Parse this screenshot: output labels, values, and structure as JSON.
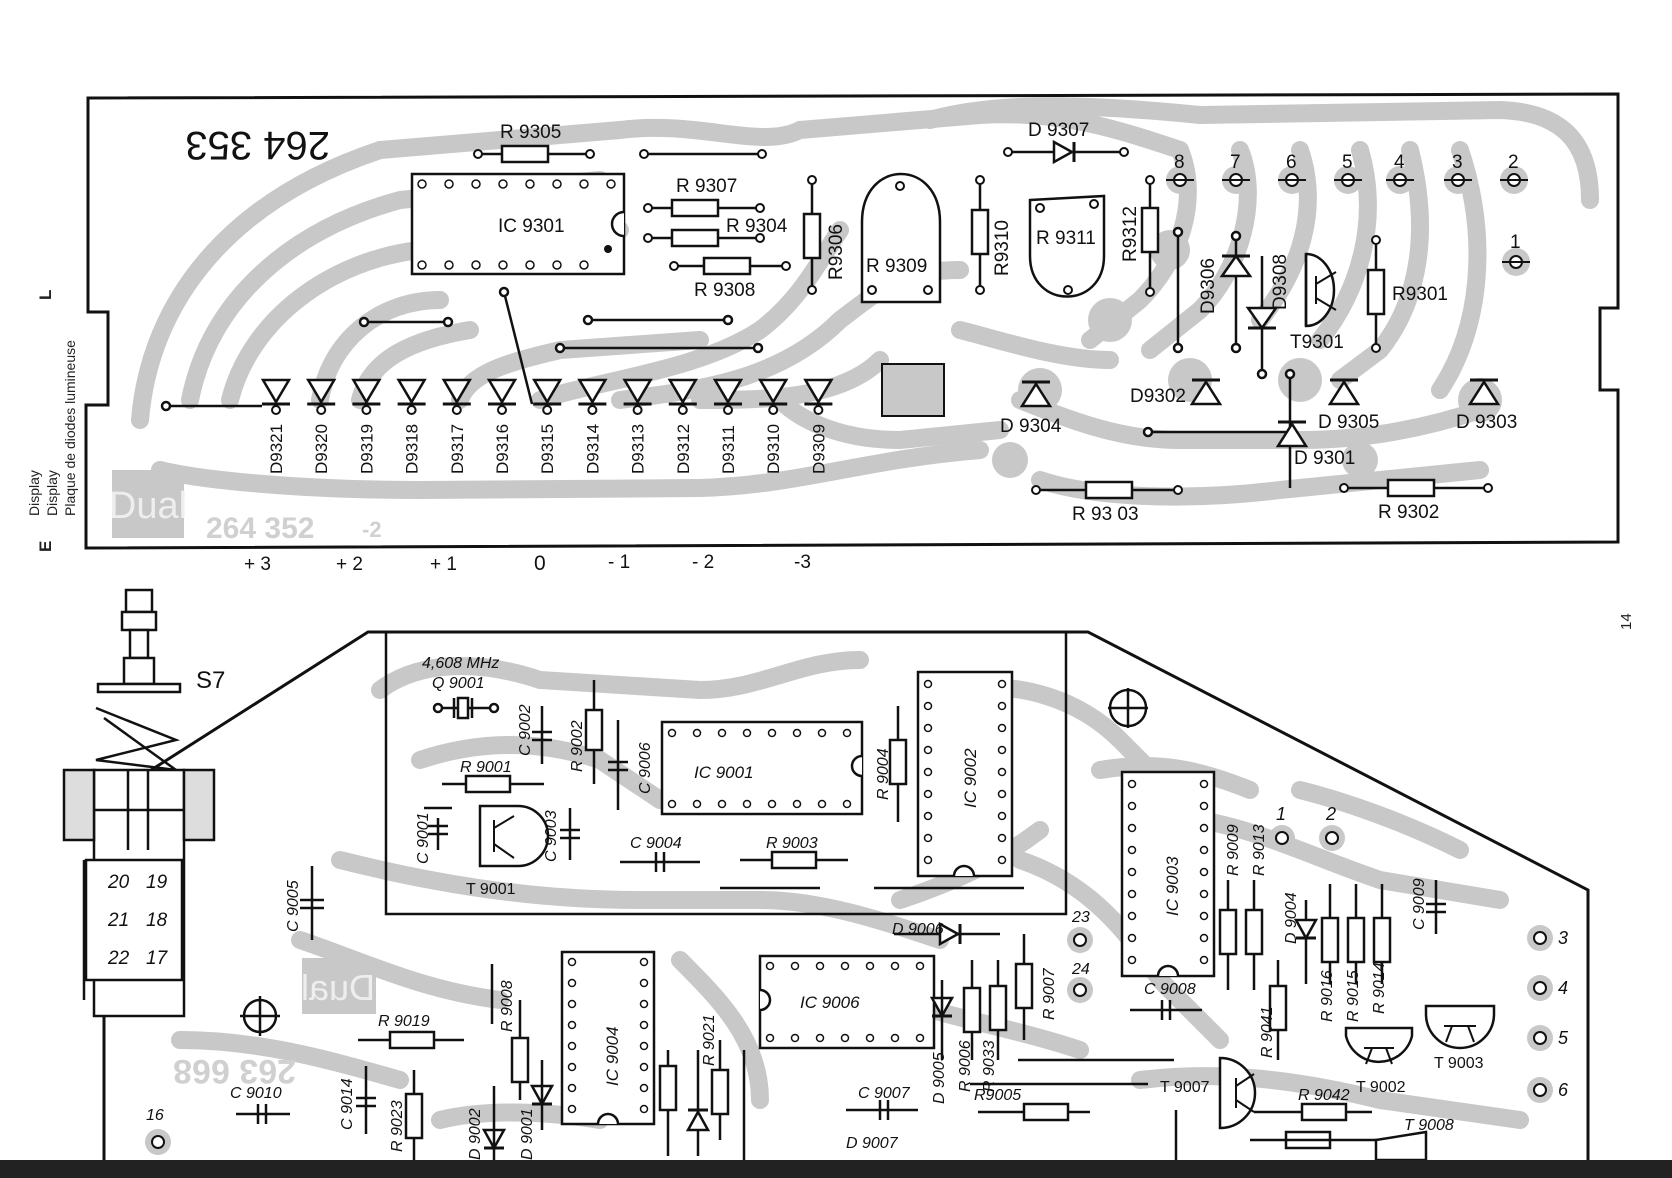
{
  "side_label": {
    "letter_l": "L",
    "letter_e": "E",
    "line1": "Display",
    "line2": "Display",
    "line3": "Plaque de diodes lumineuse"
  },
  "page_number": "14",
  "display_board": {
    "part_number_mirrored": "264 353",
    "part_number": "264 352",
    "part_suffix": "-2",
    "logo": "Dual",
    "ic_label": "IC 9301",
    "resistors": {
      "r9305": "R 9305",
      "r9307": "R 9307",
      "r9304": "R 9304",
      "r9308": "R 9308",
      "r9306": "R9306",
      "r9309": "R 9309",
      "r9310": "R9310",
      "r9311": "R 9311",
      "r9312": "R9312",
      "r9301": "R9301",
      "r9303": "R 93 03",
      "r9302": "R 9302"
    },
    "diodes": {
      "d9307": "D 9307",
      "d9306": "D9306",
      "d9308": "D9308",
      "d9302": "D9302",
      "d9304": "D 9304",
      "d9305": "D 9305",
      "d9303": "D 9303",
      "d9301": "D 9301"
    },
    "transistor_t9301": "T9301",
    "led_labels": [
      "D9321",
      "D9320",
      "D9319",
      "D9318",
      "D9317",
      "D9316",
      "D9315",
      "D9314",
      "D9313",
      "D9312",
      "D9311",
      "D9310",
      "D9309"
    ],
    "pins": [
      "8",
      "7",
      "6",
      "5",
      "4",
      "3",
      "2",
      "1"
    ],
    "scale": [
      "+ 3",
      "+ 2",
      "+ 1",
      "0",
      "- 1",
      "- 2",
      "-3"
    ]
  },
  "main_board": {
    "switch_label": "S7",
    "crystal_freq": "4,608 MHz",
    "crystal": "Q 9001",
    "part_number_mirrored": "263 668",
    "logo_mirrored": "Dual",
    "switch_pins": [
      "20",
      "19",
      "21",
      "18",
      "22",
      "17"
    ],
    "pin_16": "16",
    "ics": {
      "ic9001": "IC 9001",
      "ic9002": "IC 9002",
      "ic9003": "IC 9003",
      "ic9004": "IC 9004",
      "ic9006": "IC 9006"
    },
    "caps": {
      "c9002": "C 9002",
      "c9006": "C 9006",
      "c9001": "C 9001",
      "c9003": "C 9003",
      "c9004": "C 9004",
      "c9005": "C 9005",
      "c9008": "C 9008",
      "c9009": "C 9009",
      "c9010": "C 9010",
      "c9014": "C 9014",
      "c9007": "C 9007"
    },
    "resistors": {
      "r9002": "R 9002",
      "r9001": "R 9001",
      "r9004": "R 9004",
      "r9003": "R 9003",
      "r9009": "R 9009",
      "r9013": "R 9013",
      "r9019": "R 9019",
      "r9008": "R 9008",
      "r9023": "R 9023",
      "r9021": "R 9021",
      "r9007": "R 9007",
      "r9006": "R 9006",
      "r9033": "R 9033",
      "r9005": "R9005",
      "r9041": "R 9041",
      "r9016": "R 9016",
      "r9015": "R 9015",
      "r9014": "R 9014",
      "r9042": "R 9042"
    },
    "transistors": {
      "t9001": "T 9001",
      "t9007": "T 9007",
      "t9002": "T 9002",
      "t9003": "T 9003",
      "t9008": "T 9008"
    },
    "diodes": {
      "d9006": "D 9006",
      "d9004": "D 9004",
      "d9005": "D 9005",
      "d9007": "D 9007",
      "d9001": "D 9001",
      "d9002": "D 9002"
    },
    "pins": {
      "p1": "1",
      "p2": "2",
      "p3": "3",
      "p4": "4",
      "p5": "5",
      "p6": "6",
      "p23": "23",
      "p24": "24"
    }
  },
  "colors": {
    "trace": "#c8c8c8",
    "ink": "#111111",
    "paper": "#ffffff",
    "logo_text": "#d8d8d8"
  }
}
